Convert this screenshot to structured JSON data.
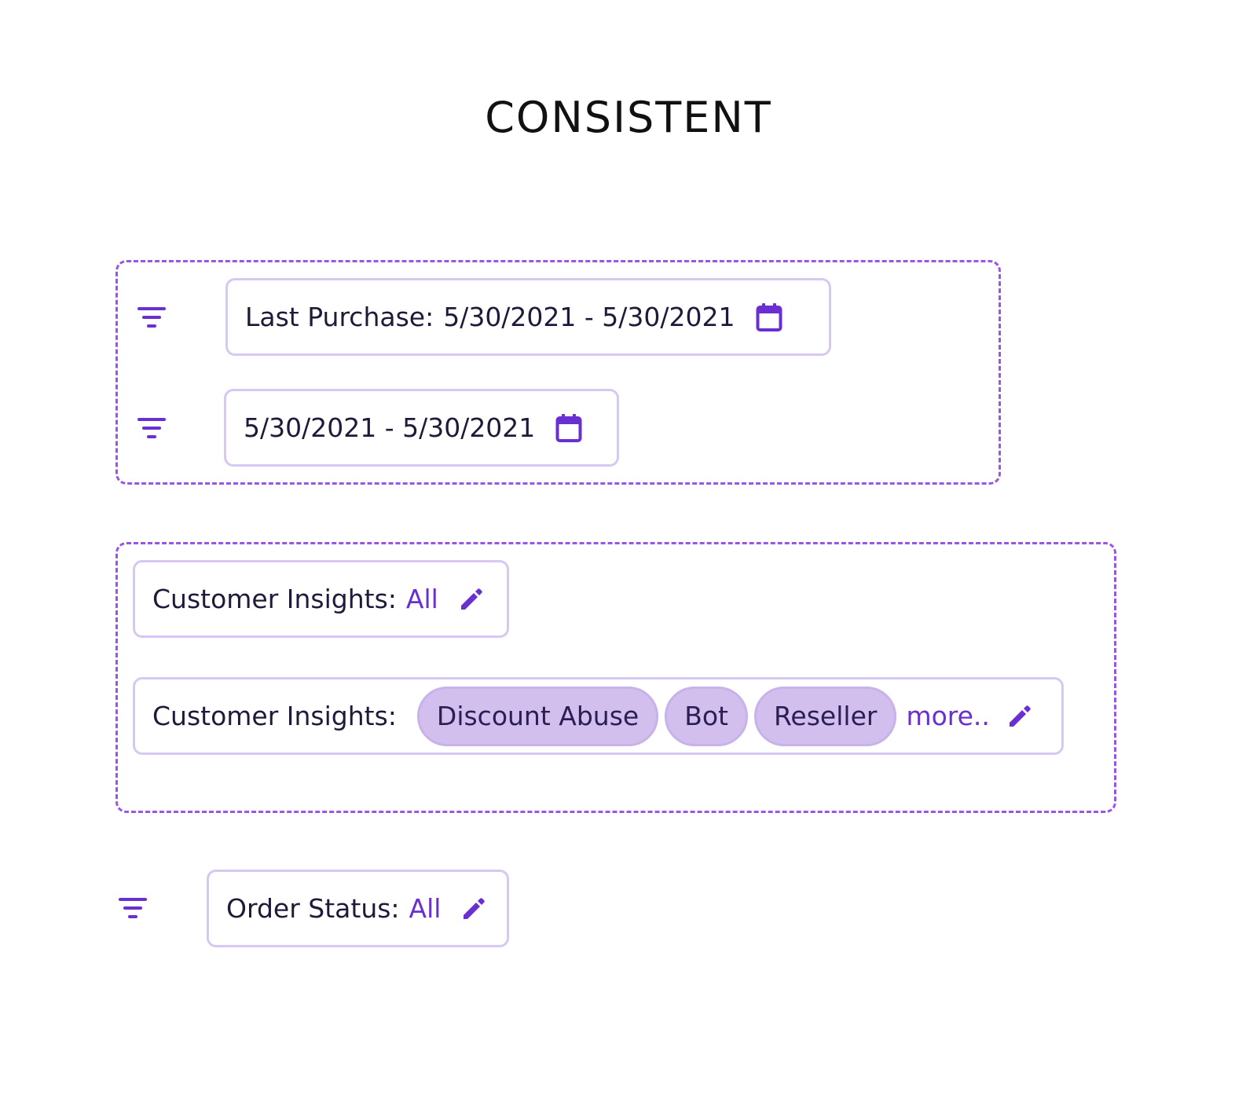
{
  "title": "CONSISTENT",
  "colors": {
    "accent": "#6a2fd0",
    "dashed_border": "#9a55e3",
    "chip_border": "#d6c8f2",
    "tag_fill": "#d2bfee"
  },
  "date_group": {
    "filters": [
      {
        "icon": "filter-icon",
        "label": "Last Purchase:",
        "date_range": "5/30/2021 - 5/30/2021",
        "trailing_icon": "calendar-icon"
      },
      {
        "icon": "filter-icon",
        "date_range": "5/30/2021 - 5/30/2021",
        "trailing_icon": "calendar-icon"
      }
    ]
  },
  "insights_group": {
    "filter_all": {
      "label": "Customer Insights:",
      "value": "All",
      "trailing_icon": "pencil-icon"
    },
    "filter_tags": {
      "label": "Customer Insights:",
      "tags": [
        "Discount Abuse",
        "Bot",
        "Reseller"
      ],
      "more_label": "more..",
      "trailing_icon": "pencil-icon"
    }
  },
  "order_status": {
    "icon": "filter-icon",
    "label": "Order Status:",
    "value": "All",
    "trailing_icon": "pencil-icon"
  }
}
